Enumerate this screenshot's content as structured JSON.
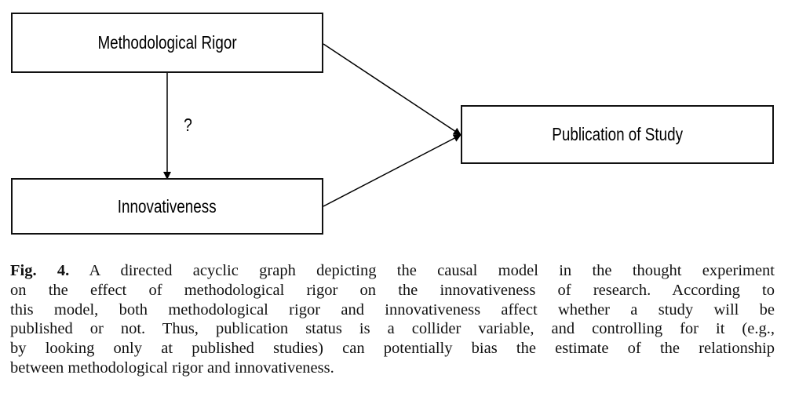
{
  "diagram": {
    "nodes": {
      "rigor": "Methodological Rigor",
      "innovativeness": "Innovativeness",
      "publication": "Publication of Study"
    },
    "edge_label": "?",
    "edges": [
      {
        "from": "rigor",
        "to": "innovativeness",
        "label": "?"
      },
      {
        "from": "rigor",
        "to": "publication"
      },
      {
        "from": "innovativeness",
        "to": "publication"
      }
    ]
  },
  "caption": {
    "label": "Fig. 4.",
    "lines": [
      "A directed acyclic graph depicting the causal model in the thought experiment",
      "on the effect of methodological rigor on the innovativeness of research. According to",
      "this model, both methodological rigor and innovativeness affect whether a study will be",
      "published or not. Thus, publication status is a collider variable, and controlling for it (e.g.,",
      "by looking only at published studies) can potentially bias the estimate of the relationship",
      "between methodological rigor and innovativeness."
    ]
  }
}
